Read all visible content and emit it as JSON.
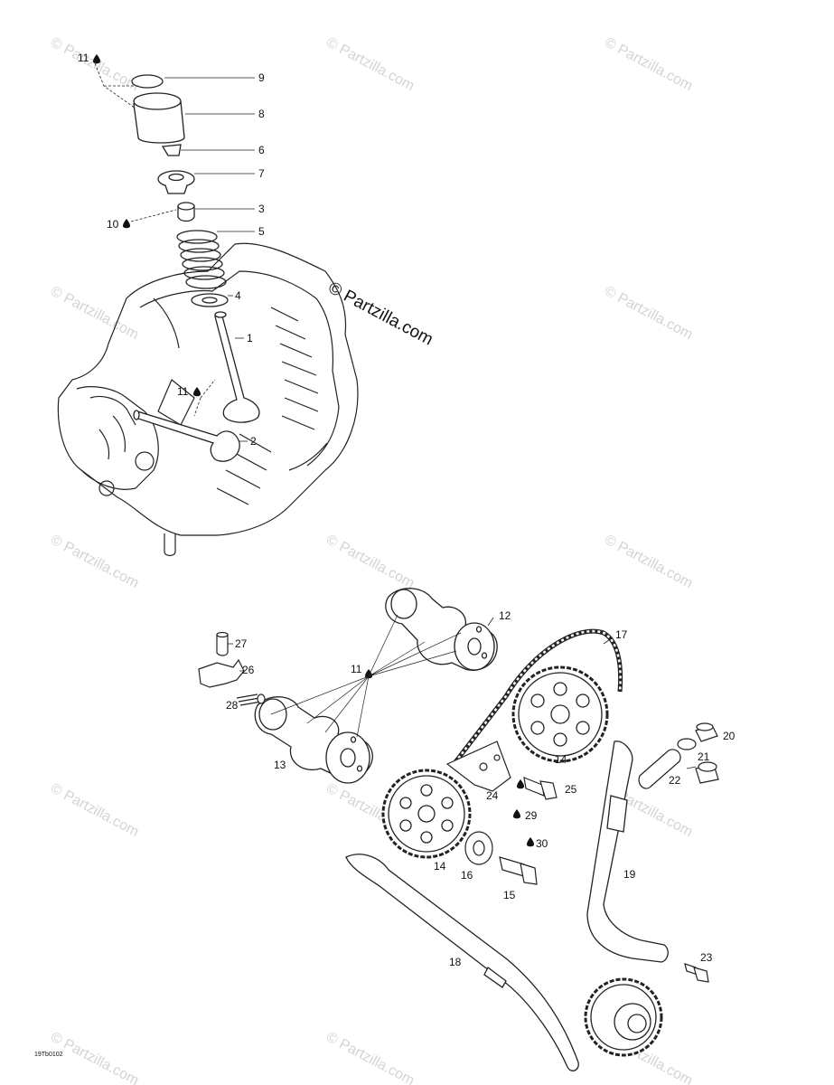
{
  "watermark": {
    "text": "© Partzilla.com",
    "center_text": "© Partzilla.com"
  },
  "diagram_code": "19Tb0102",
  "callouts": {
    "c1": "1",
    "c2": "2",
    "c3": "3",
    "c4": "4",
    "c5": "5",
    "c6": "6",
    "c7": "7",
    "c8": "8",
    "c9": "9",
    "c10": "10",
    "c11a": "11",
    "c11b": "11",
    "c11c": "11",
    "c12": "12",
    "c13": "13",
    "c14a": "14",
    "c14b": "14",
    "c15": "15",
    "c16": "16",
    "c17": "17",
    "c18": "18",
    "c19": "19",
    "c20": "20",
    "c21": "21",
    "c22": "22",
    "c23": "23",
    "c24": "24",
    "c25": "25",
    "c26": "26",
    "c27": "27",
    "c28": "28",
    "c29": "29",
    "c30": "30"
  }
}
